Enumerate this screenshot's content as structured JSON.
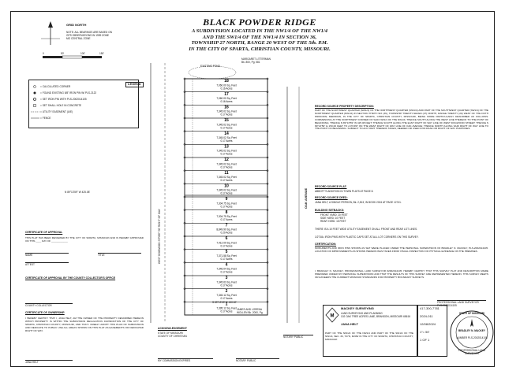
{
  "title": {
    "name": "BLACK POWDER RIDGE",
    "line1": "A SUBDIVISION LOCATED IN THE NW1/4 OF THE NW1/4",
    "line2": "AND THE SW1/4 OF THE NW1/4 IN SECTION 36,",
    "line3": "TOWNSHIP 27 NORTH, RANGE 20 WEST OF THE 5th. P.M.",
    "line4": "IN THE CITY OF SPARTA, CHRISTIAN COUNTY, MISSOURI."
  },
  "grid": {
    "north_label": "GRID NORTH",
    "note": "NOTE: ALL BEARINGS ARE BASED ON GPS OBSERVATIONS IN 1999 ZONE MO CENTRAL ZONE",
    "scale_ticks": [
      "0",
      "50'",
      "100'",
      "150'"
    ]
  },
  "legend": {
    "title": "LEGEND",
    "items": [
      "= CALCULATED CORNER",
      "= FOUND EXISTING 5/8\" IRON PIN W/ PLS-2122",
      "= SET IRON PIN WITH PLS-2002014105",
      "= SET SHALL HOLE IN CONCRETE",
      "= UTILITY EASEMENT (U/E)",
      "= FENCE"
    ]
  },
  "lots": [
    {
      "num": "18",
      "area": "7,060.00 Sq. Feet",
      "acres": "0.16 Acres"
    },
    {
      "num": "17",
      "area": "7,060.00 Sq. Feet",
      "acres": "0.16 Acres"
    },
    {
      "num": "16",
      "area": "7,345.02 Sq. Feet",
      "acres": "0.17 Acres"
    },
    {
      "num": "15",
      "area": "7,345.02 Sq. Feet",
      "acres": "0.17 Acres"
    },
    {
      "num": "14",
      "area": "7,345.02 Sq. Feet",
      "acres": "0.17 Acres"
    },
    {
      "num": "13",
      "area": "7,345.02 Sq. Feet",
      "acres": "0.17 Acres"
    },
    {
      "num": "12",
      "area": "7,345.02 Sq. Feet",
      "acres": "0.17 Acres"
    },
    {
      "num": "11",
      "area": "7,345.02 Sq. Feet",
      "acres": "0.17 Acres"
    },
    {
      "num": "10",
      "area": "7,345.02 Sq. Feet",
      "acres": "0.17 Acres"
    },
    {
      "num": "9",
      "area": "7,304.75 Sq. Feet",
      "acres": "0.17 Acres"
    },
    {
      "num": "8",
      "area": "7,304.75 Sq. Feet",
      "acres": "0.17 Acres"
    },
    {
      "num": "7",
      "area": "8,849.90 Sq. Feet",
      "acres": "0.20 Acres"
    },
    {
      "num": "6",
      "area": "7,412.09 Sq. Feet",
      "acres": "0.17 Acres"
    },
    {
      "num": "5",
      "area": "7,371.58 Sq. Feet",
      "acres": "0.17 Acres"
    },
    {
      "num": "4",
      "area": "7,346.04 Sq. Feet",
      "acres": "0.17 Acres"
    },
    {
      "num": "3",
      "area": "7,345.63 Sq. Feet",
      "acres": "0.17 Acres"
    },
    {
      "num": "2",
      "area": "7,345.12 Sq. Feet",
      "acres": "0.17 Acres"
    },
    {
      "num": "1",
      "area": "7,395.12 Sq. Feet",
      "acres": "0.17 Acres"
    }
  ],
  "plat_labels": {
    "street_left": "WEST DOGWOOD STREET 50' RIGHT OF WAY",
    "street_right": "OAK AVENUE",
    "existing_pond": "EXISTING POND",
    "owner_top": "MARGARET LITTERMAN Bk. 800, Pg. 581",
    "owner_bottom": "JAMES AND LORENA WOLLEN Bk. 2000, Pg.",
    "bearing_main": "N 89°13'59\" W  425.08'",
    "bearing_bottom": "S 89°13'59\" E  150.00'"
  },
  "certificates": {
    "approval_title": "CERTIFICATE OF APPROVAL",
    "approval_text": "THIS PLAT HAS BEEN REVIEWED BY THE CITY OF SPARTA, MISSOURI AND IS HEREBY APPROVED ON THIS ____ DAY OF ____________",
    "name_label": "NAME",
    "attest_label": "ATTEST",
    "title_label": "TITLE",
    "collector_title": "CERTIFICATE OF APPROVAL BY THE COUNTY COLLECTOR'S OFFICE",
    "collector_label": "COUNTY COLLECTOR",
    "ownership_title": "CERTIFICATE OF OWNERSHIP",
    "ownership_text": "I HEREBY CERTIFY THAT I, JANA HELT, AM THE OWNER OF THE PROPERTY DESCRIBED HEREON WHICH PROPERTY IS WITHIN THE SUBDIVISION REGULATION JURISDICTION OF THE CITY OF SPARTA, CHRISTIAN COUNTY, MISSOURI, AND THAT I FREELY ADOPT THIS PLAN OF SUBDIVISION AND DEDICATE TO PUBLIC USE ALL AREAS SHOWN ON THIS PLAT AS EASEMENTS OR DEDICATED RIGHT OF WAY.",
    "owner_name": "JANA HELT"
  },
  "acknowledgement": {
    "title": "ACKNOWLEDGEMENT",
    "state": "STATE OF MISSOURI",
    "county": "COUNTY OF CHRISTIAN",
    "notary_public": "NOTARY PUBLIC",
    "commission": "MY COMMISSION EXPIRES"
  },
  "description": {
    "header": "RECORD SOURCE PROPERTY DESCRIPTION:",
    "body": "PART OF THE NORTHWEST QUARTER (NW1/4) OF THE NORTHWEST QUARTER (NW1/4) AND PART OF THE SOUTHWEST QUARTER (SW1/4) OF THE NORTHWEST QUARTER (NW1/4) IN SECTION THIRTY-SIX (36), TOWNSHIP TWENTY-SEVEN (27) NORTH, RANGE TWENTY (20) WEST OF THE FIFTH PRINCIPAL MERIDIAN, IN THE CITY OF SPARTA, CHRISTIAN COUNTY, MISSOURI, BEING MORE PARTICULARLY DESCRIBED AS FOLLOWS: COMMENCING AT THE NORTHWEST CORNER OF SAID NW1/4 OF THE NW1/4; THENCE SOUTH ALONG THE WEST LINE THEREOF TO THE POINT OF BEGINNING; THENCE N 89°13'59\" W 425.08 FEET; THENCE SOUTH ALONG THE EAST RIGHT OF WAY LINE OF WEST DOGWOOD STREET; THENCE S 89°13'59\" E 150.00 FEET TO A POINT ON THE WEST RIGHT OF WAY LINE OF OAK AVENUE; THENCE NORTH ALONG SAID RIGHT OF WAY LINE TO THE POINT OF BEGINNING. SUBJECT TO ANY PART THEREOF TAKEN, DEEDED OR USED FOR ROAD OR RIGHT OF WAY PURPOSES.",
    "source_header": "RECORD SOURCE PLAT:",
    "source_text": "ABBOTT'S ADDITION IN TOWN PLATS AT PAGE 8.",
    "zoning_header": "RECORD SOURCE DEED:",
    "zoning_text": "JANA HELT, A SINGLE PERSON, Bk. 2,813, IN BOOK 2024 AT PAGE 12741.",
    "setbacks_header": "BUILDING SETBACKS:",
    "setbacks": [
      "FRONT YARD: 20 FEET",
      "SIDE YARD: 10 FEET",
      "REAR YARD: 15 FEET"
    ],
    "easement_note": "THERE IS A 10 FEET WIDE UTILITY EASEMENT ON ALL FRONT AND REAR LOT LINES.",
    "pin_note": "1/2\"DIA. IRON PINS WITH PLASTIC CAPS SET AT ALL LOT CORNERS ON THIS SURVEY.",
    "cert_header": "CERTIFICATION:",
    "cert_text": "MONUMENTS AND IRON PINS SHOWN AS SET WERE PLACED UNDER THE PERSONAL SUPERVISION OF BRADLEY N. MACKEY, PLS-2002014105. LOCATION OF IMPROVEMENTS AS SHOWN HEREON WAS TAKEN FROM VISUAL INSPECTION OF PHYSICAL EVIDENCE ON THE PREMISES.",
    "surveyor_text": "I, BRADLEY N. MACKEY, PROFESSIONAL LAND SURVEYOR #2002014105, HEREBY CERTIFY THAT THIS SURVEY PLAT AND DESCRIPTION WERE PREPARED UNDER MY PERSONAL SUPERVISION AND THAT THE RESULTS OF THIS SURVEY ARE REPRESENTED HEREON. THIS SURVEY MEETS OR EXCEEDS THE CURRENT MISSOURI STANDARDS FOR PROPERTY BOUNDARY SURVEYS.",
    "signature_caption": "PROFESSIONAL LAND SURVEYOR",
    "signature_license": "PLS-2002014105"
  },
  "title_block": {
    "company": "MACKEY SURVEYING",
    "tagline": "LAND SURVEYING AND PLANNING",
    "address": "102 OAK TREE ACRES LANE, BRANSON, MISSOURI 65616",
    "phone": "417-300-7781",
    "client": "JANA HELT",
    "date": "12/08/2024",
    "scale": "1\"= 50'",
    "sheet": "1 OF 1",
    "job": "2024-011",
    "location_text": "PART OF THE NW1/4 OF THE NW1/4 AND PART OF THE SW1/4 OF THE NW1/4, SEC. 36, T27N, R20W IN THE CITY OF SPARTA, CHRISTIAN COUNTY, MISSOURI",
    "seal_top": "STATE OF MISSOURI",
    "seal_name": "BRADLEY N. MACKEY",
    "seal_number": "NUMBER PLS-2002014105",
    "seal_bottom": "PROFESSIONAL LAND SURVEYOR"
  }
}
